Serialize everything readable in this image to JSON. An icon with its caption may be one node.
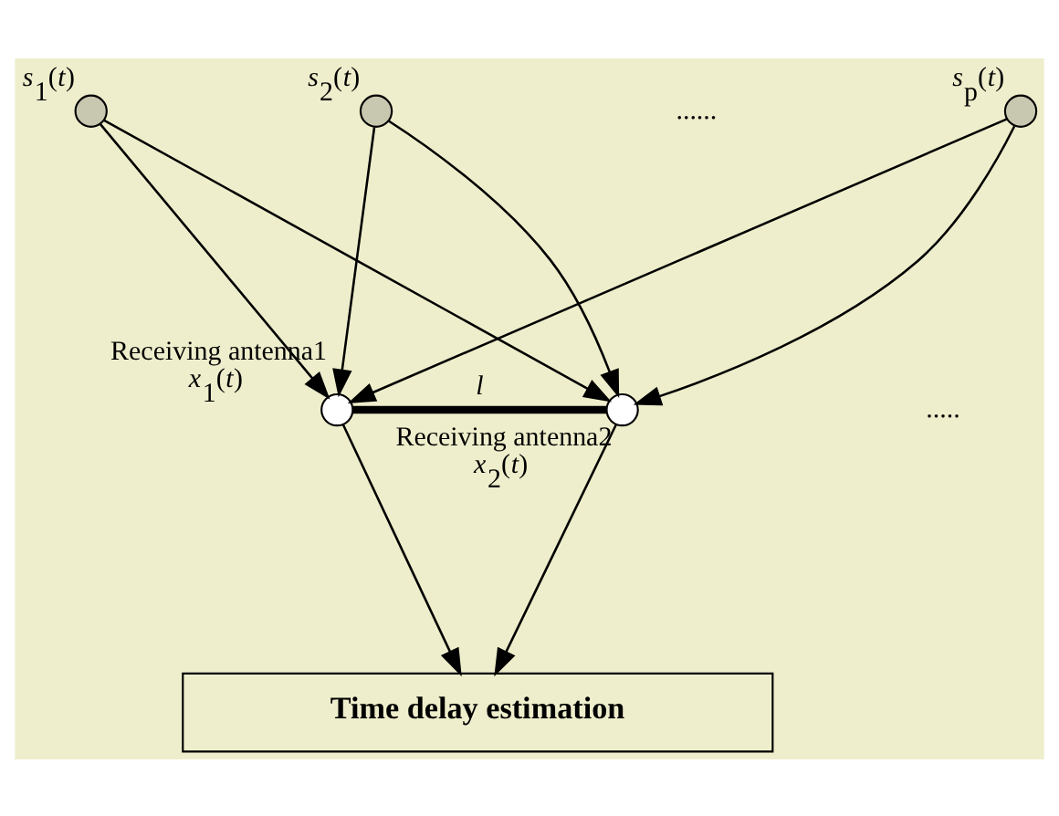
{
  "diagram": {
    "nodes": [
      {
        "text": [],
        "shape": "circle",
        "beside": [
          "*s*$_{1}$(*t*)"
        ]
      },
      {
        "text": [],
        "shape": "circle",
        "beside": [
          "*s*$_{2}$(*t*)"
        ]
      },
      {
        "text": [],
        "shape": "circle",
        "beside": [
          "*s*$_{p}$(*t*)"
        ]
      },
      {
        "text": [],
        "shape": "circle",
        "beside": [
          "Receiving antenna1",
          "*x*$_{1}$(*t*)"
        ]
      },
      {
        "text": [],
        "shape": "circle",
        "beside": [
          "Receiving antenna2",
          "*x*$_{2}$(*t*)"
        ]
      },
      {
        "text": [
          "Time delay estimation"
        ]
      }
    ],
    "edges": [
      {
        "from": 0,
        "to": 3,
        "arrow": "to"
      },
      {
        "from": 0,
        "to": 4,
        "arrow": "to"
      },
      {
        "from": 1,
        "to": 3,
        "arrow": "to"
      },
      {
        "from": 1,
        "to": 4,
        "arrow": "to"
      },
      {
        "from": 2,
        "to": 3,
        "arrow": "to"
      },
      {
        "from": 2,
        "to": 4,
        "arrow": "to"
      },
      {
        "from": 3,
        "to": 4,
        "arrow": "none",
        "label": "*l*",
        "style": "thick"
      },
      {
        "from": 3,
        "to": 5,
        "arrow": "to"
      },
      {
        "from": 4,
        "to": 5,
        "arrow": "to"
      }
    ],
    "labels": [
      "......",
      "....."
    ]
  }
}
